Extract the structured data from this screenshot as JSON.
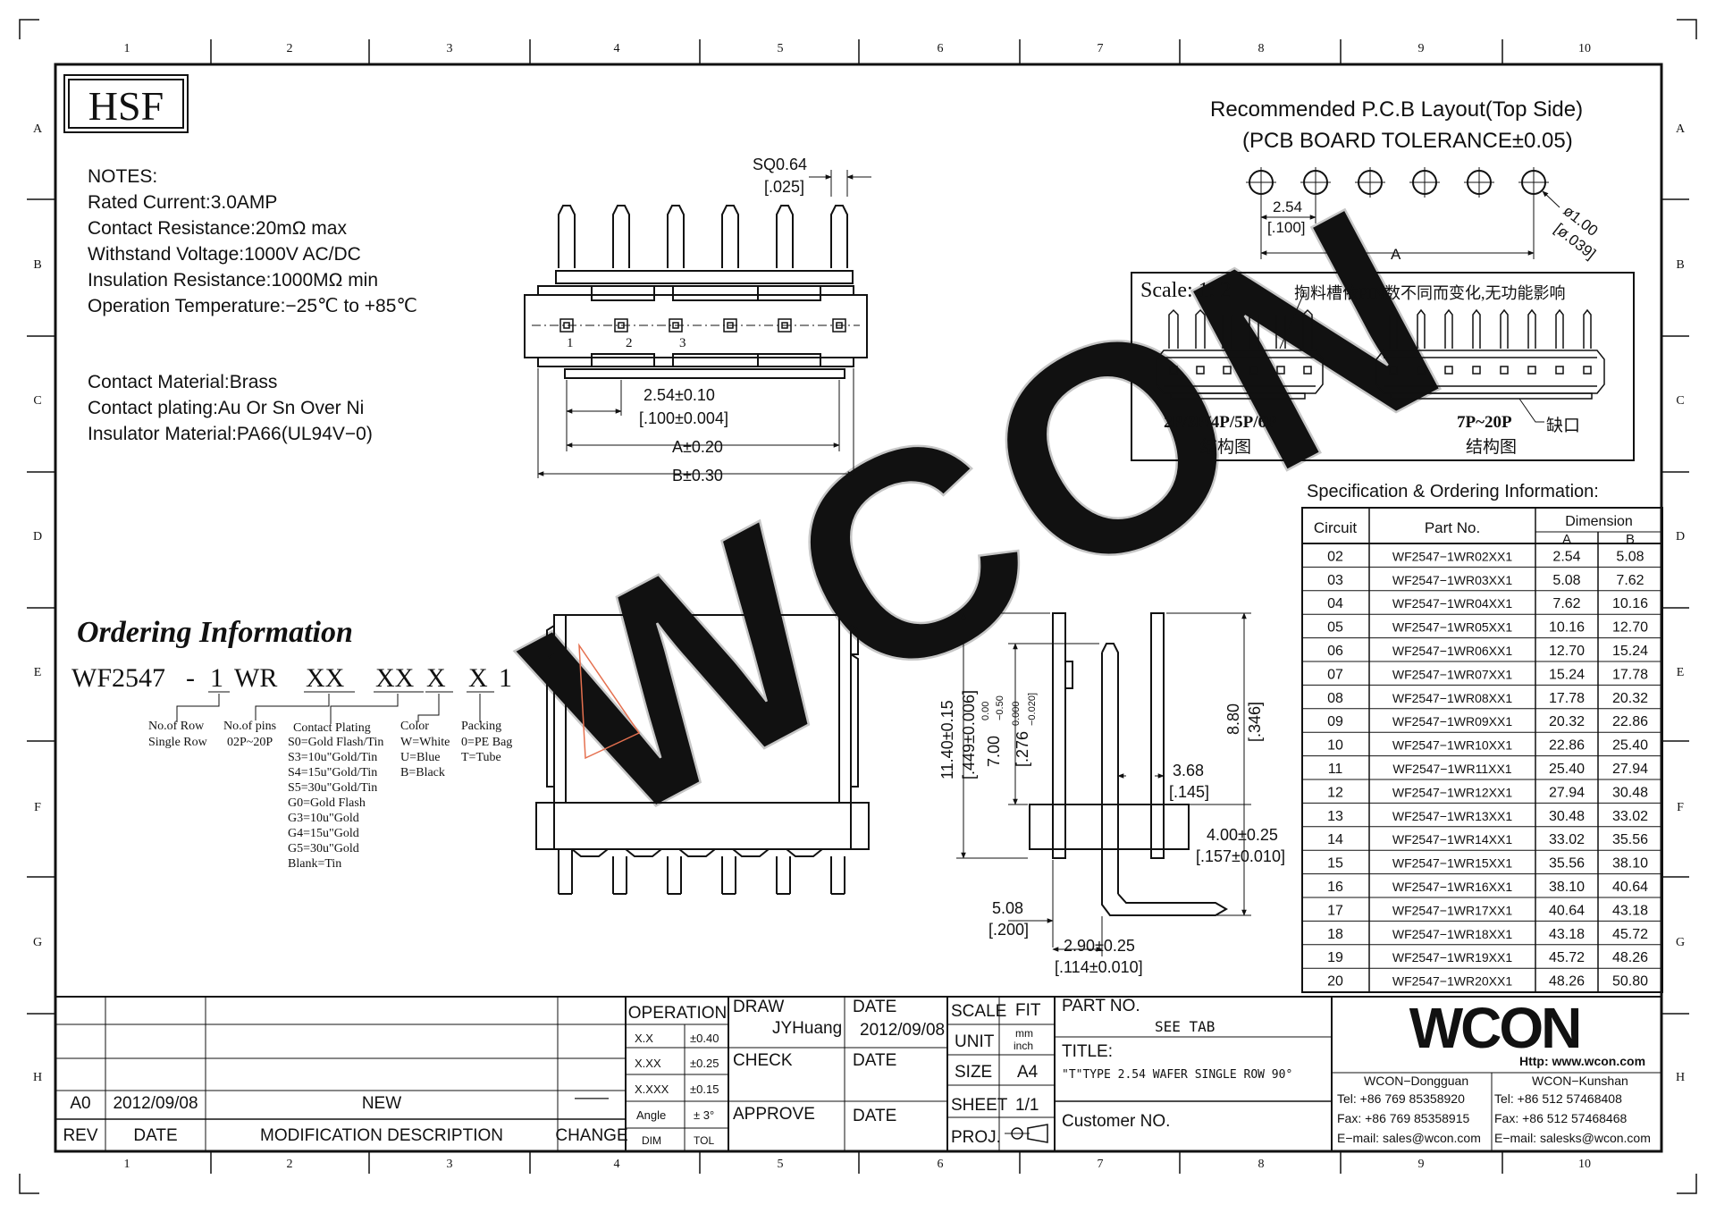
{
  "grid": {
    "columns": [
      "1",
      "2",
      "3",
      "4",
      "5",
      "6",
      "7",
      "8",
      "9",
      "10"
    ],
    "rows": [
      "A",
      "B",
      "C",
      "D",
      "E",
      "F",
      "G",
      "H"
    ]
  },
  "logo": "HSF",
  "notes": {
    "heading": "NOTES:",
    "lines": [
      "Rated Current:3.0AMP",
      "Contact Resistance:20mΩ max",
      "Withstand Voltage:1000V AC/DC",
      "Insulation Resistance:1000MΩ min",
      "Operation Temperature:−25℃ to +85℃"
    ],
    "material_lines": [
      "Contact Material:Brass",
      "Contact plating:Au Or Sn Over Ni",
      "Insulator Material:PA66(UL94V−0)"
    ]
  },
  "front_view": {
    "sq_label": "SQ0.64",
    "sq_label_in": "[.025]",
    "pin_numbers": [
      "1",
      "2",
      "3"
    ],
    "pitch_label": "2.54±0.10",
    "pitch_label_in": "[.100±0.004]",
    "a_label": "A±0.20",
    "b_label": "B±0.30"
  },
  "pcb": {
    "title": "Recommended P.C.B Layout(Top Side)",
    "subtitle": "(PCB BOARD TOLERANCE±0.05)",
    "pitch": "2.54",
    "pitch_in": "[.100]",
    "a_label": "A",
    "hole_label": "ø1.00",
    "hole_label_in": "[ø.039]"
  },
  "scale_box": {
    "scale_label": "Scale: 1: 2",
    "note_cn": "掏料槽依PIN数不同而变化,无功能影响",
    "left_caption": "2P/3P/4P/5P/6P",
    "left_caption_cn": "结构图",
    "right_caption": "7P~20P",
    "right_caption_cn": "结构图",
    "notch_cn": "缺口"
  },
  "ordering": {
    "heading": "Ordering Information",
    "code_parts": [
      "WF2547",
      "-",
      "1",
      "WR",
      "XX",
      "XX",
      "X",
      "X",
      "1"
    ],
    "col1": [
      "No.of Row",
      "Single Row"
    ],
    "col2": [
      "No.of pins",
      "02P~20P"
    ],
    "col3": [
      "Contact Plating",
      "S0=Gold Flash/Tin",
      "S3=10u\"Gold/Tin",
      "S4=15u\"Gold/Tin",
      "S5=30u\"Gold/Tin",
      "G0=Gold Flash",
      "G3=10u\"Gold",
      "G4=15u\"Gold",
      "G5=30u\"Gold",
      "Blank=Tin"
    ],
    "col4": [
      "Color",
      "W=White",
      "U=Blue",
      "B=Black"
    ],
    "col5": [
      "Packing",
      "0=PE Bag",
      "T=Tube"
    ]
  },
  "side_view": {
    "h_total": "11.40±0.15",
    "h_total_in": "[.449±0.006]",
    "h_pin": "7.00",
    "h_pin_tol_top": "0.00",
    "h_pin_tol_bot": "−0.50",
    "h_pin_in": "[.276",
    "h_pin_in_tol_top": "0.000",
    "h_pin_in_tol_bot": "−0.020]",
    "h_right": "8.80",
    "h_right_in": "[.346]",
    "w_368": "3.68",
    "w_368_in": "[.145]",
    "tail": "4.00±0.25",
    "tail_in": "[.157±0.010]",
    "w_508": "5.08",
    "w_508_in": "[.200]",
    "w_290": "2.90±0.25",
    "w_290_in": "[.114±0.010]"
  },
  "spec_table": {
    "title": "Specification & Ordering Information:",
    "headers": {
      "circuit": "Circuit",
      "part": "Part No.",
      "dimension": "Dimension",
      "a": "A",
      "b": "B"
    },
    "rows": [
      [
        "02",
        "WF2547−1WR02XX1",
        "2.54",
        "5.08"
      ],
      [
        "03",
        "WF2547−1WR03XX1",
        "5.08",
        "7.62"
      ],
      [
        "04",
        "WF2547−1WR04XX1",
        "7.62",
        "10.16"
      ],
      [
        "05",
        "WF2547−1WR05XX1",
        "10.16",
        "12.70"
      ],
      [
        "06",
        "WF2547−1WR06XX1",
        "12.70",
        "15.24"
      ],
      [
        "07",
        "WF2547−1WR07XX1",
        "15.24",
        "17.78"
      ],
      [
        "08",
        "WF2547−1WR08XX1",
        "17.78",
        "20.32"
      ],
      [
        "09",
        "WF2547−1WR09XX1",
        "20.32",
        "22.86"
      ],
      [
        "10",
        "WF2547−1WR10XX1",
        "22.86",
        "25.40"
      ],
      [
        "11",
        "WF2547−1WR11XX1",
        "25.40",
        "27.94"
      ],
      [
        "12",
        "WF2547−1WR12XX1",
        "27.94",
        "30.48"
      ],
      [
        "13",
        "WF2547−1WR13XX1",
        "30.48",
        "33.02"
      ],
      [
        "14",
        "WF2547−1WR14XX1",
        "33.02",
        "35.56"
      ],
      [
        "15",
        "WF2547−1WR15XX1",
        "35.56",
        "38.10"
      ],
      [
        "16",
        "WF2547−1WR16XX1",
        "38.10",
        "40.64"
      ],
      [
        "17",
        "WF2547−1WR17XX1",
        "40.64",
        "43.18"
      ],
      [
        "18",
        "WF2547−1WR18XX1",
        "43.18",
        "45.72"
      ],
      [
        "19",
        "WF2547−1WR19XX1",
        "45.72",
        "48.26"
      ],
      [
        "20",
        "WF2547−1WR20XX1",
        "48.26",
        "50.80"
      ]
    ]
  },
  "title_block": {
    "rev_row": {
      "rev": "A0",
      "date": "2012/09/08",
      "desc": "NEW",
      "change": "——"
    },
    "headers": {
      "rev": "REV",
      "date": "DATE",
      "desc": "MODIFICATION  DESCRIPTION",
      "change": "CHANGE"
    },
    "operation": "OPERATION",
    "tolerances": [
      [
        "X.X",
        "±0.40"
      ],
      [
        "X.XX",
        "±0.25"
      ],
      [
        "X.XXX",
        "±0.15"
      ],
      [
        "Angle",
        "± 3°"
      ],
      [
        "DIM",
        "TOL"
      ]
    ],
    "draw": "DRAW",
    "drawer": "JYHuang",
    "draw_date_label": "DATE",
    "draw_date": "2012/09/08",
    "check": "CHECK",
    "check_date": "DATE",
    "approve": "APPROVE",
    "approve_date": "DATE",
    "scale": "SCALE",
    "scale_val": "FIT",
    "unit": "UNIT",
    "unit_val_top": "mm",
    "unit_val_bot": "inch",
    "size": "SIZE",
    "size_val": "A4",
    "sheet": "SHEET",
    "sheet_val": "1/1",
    "proj": "PROJ.",
    "part_no_label": "PART  NO.",
    "part_no_val": "SEE  TAB",
    "title_label": "TITLE:",
    "title_val": "\"T\"TYPE 2.54 WAFER SINGLE ROW 90°",
    "customer": "Customer  NO.",
    "company_logo": "WCON",
    "http": "Http: www.wcon.com",
    "left_office": "WCON−Dongguan",
    "left_tel": "Tel: +86 769 85358920",
    "left_fax": "Fax: +86 769 85358915",
    "left_mail": "E−mail: sales@wcon.com",
    "right_office": "WCON−Kunshan",
    "right_tel": "Tel: +86 512 57468408",
    "right_fax": "Fax: +86 512 57468468",
    "right_mail": "E−mail: salesks@wcon.com"
  },
  "watermark": "WCON",
  "colors": {
    "line": "#111111",
    "watermark": "#c7c7c7",
    "highlight": "#e5704f"
  }
}
